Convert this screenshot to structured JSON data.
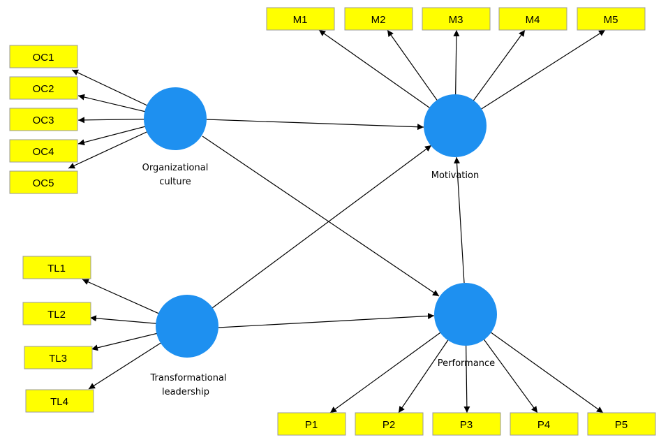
{
  "colors": {
    "indicator_fill": "#ffff00",
    "indicator_border": "#9a9a9a",
    "latent_fill": "#1e90f0",
    "arrow": "#000000",
    "background": "#ffffff"
  },
  "latents": {
    "org_culture": {
      "label_lines": [
        "Organizational",
        "culture"
      ]
    },
    "trans_leadership": {
      "label_lines": [
        "Transformational",
        "leadership"
      ]
    },
    "motivation": {
      "label_lines": [
        "Motivation"
      ]
    },
    "performance": {
      "label_lines": [
        "Performance"
      ]
    }
  },
  "indicators": {
    "oc": [
      "OC1",
      "OC2",
      "OC3",
      "OC4",
      "OC5"
    ],
    "tl": [
      "TL1",
      "TL2",
      "TL3",
      "TL4"
    ],
    "m": [
      "M1",
      "M2",
      "M3",
      "M4",
      "M5"
    ],
    "p": [
      "P1",
      "P2",
      "P3",
      "P4",
      "P5"
    ]
  },
  "paths": [
    {
      "from": "org_culture",
      "to": "motivation"
    },
    {
      "from": "org_culture",
      "to": "performance"
    },
    {
      "from": "trans_leadership",
      "to": "motivation"
    },
    {
      "from": "trans_leadership",
      "to": "performance"
    },
    {
      "from": "performance",
      "to": "motivation"
    }
  ]
}
